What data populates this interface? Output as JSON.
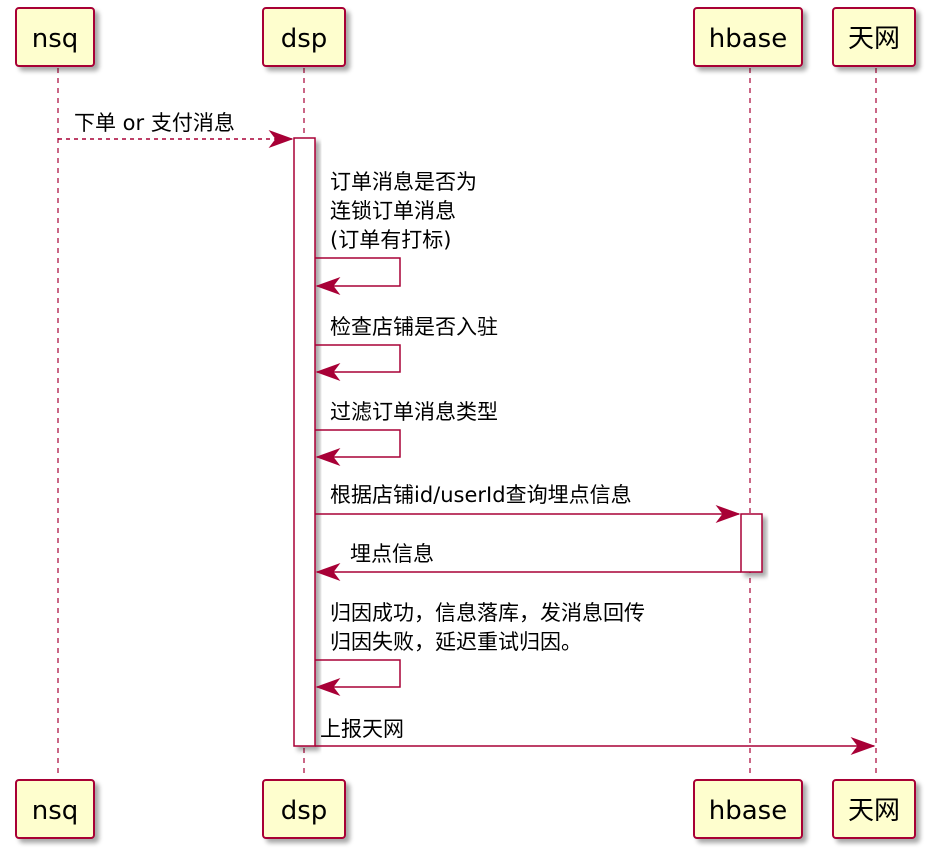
{
  "colors": {
    "box_fill": "#fefece",
    "box_stroke": "#a80036",
    "line": "#a80036",
    "activation_fill": "#ffffff",
    "text": "#000000",
    "shadow": "#c8c8c8"
  },
  "participants": [
    {
      "id": "nsq",
      "label": "nsq"
    },
    {
      "id": "dsp",
      "label": "dsp"
    },
    {
      "id": "hbase",
      "label": "hbase"
    },
    {
      "id": "tianwang",
      "label": "天网"
    }
  ],
  "messages": [
    {
      "id": "m1",
      "from": "nsq",
      "to": "dsp",
      "style": "dashed",
      "lines": [
        "下单 or 支付消息"
      ]
    },
    {
      "id": "m2",
      "from": "dsp",
      "to": "dsp",
      "style": "solid",
      "lines": [
        "订单消息是否为",
        "连锁订单消息",
        "(订单有打标)"
      ]
    },
    {
      "id": "m3",
      "from": "dsp",
      "to": "dsp",
      "style": "solid",
      "lines": [
        "检查店铺是否入驻"
      ]
    },
    {
      "id": "m4",
      "from": "dsp",
      "to": "dsp",
      "style": "solid",
      "lines": [
        "过滤订单消息类型"
      ]
    },
    {
      "id": "m5",
      "from": "dsp",
      "to": "hbase",
      "style": "solid",
      "lines": [
        "根据店铺id/userId查询埋点信息"
      ]
    },
    {
      "id": "m6",
      "from": "hbase",
      "to": "dsp",
      "style": "solid",
      "lines": [
        "埋点信息"
      ]
    },
    {
      "id": "m7",
      "from": "dsp",
      "to": "dsp",
      "style": "solid",
      "lines": [
        "归因成功，信息落库，发消息回传",
        "归因失败，延迟重试归因。"
      ]
    },
    {
      "id": "m8",
      "from": "dsp",
      "to": "tianwang",
      "style": "solid",
      "lines": [
        "上报天网"
      ]
    }
  ]
}
